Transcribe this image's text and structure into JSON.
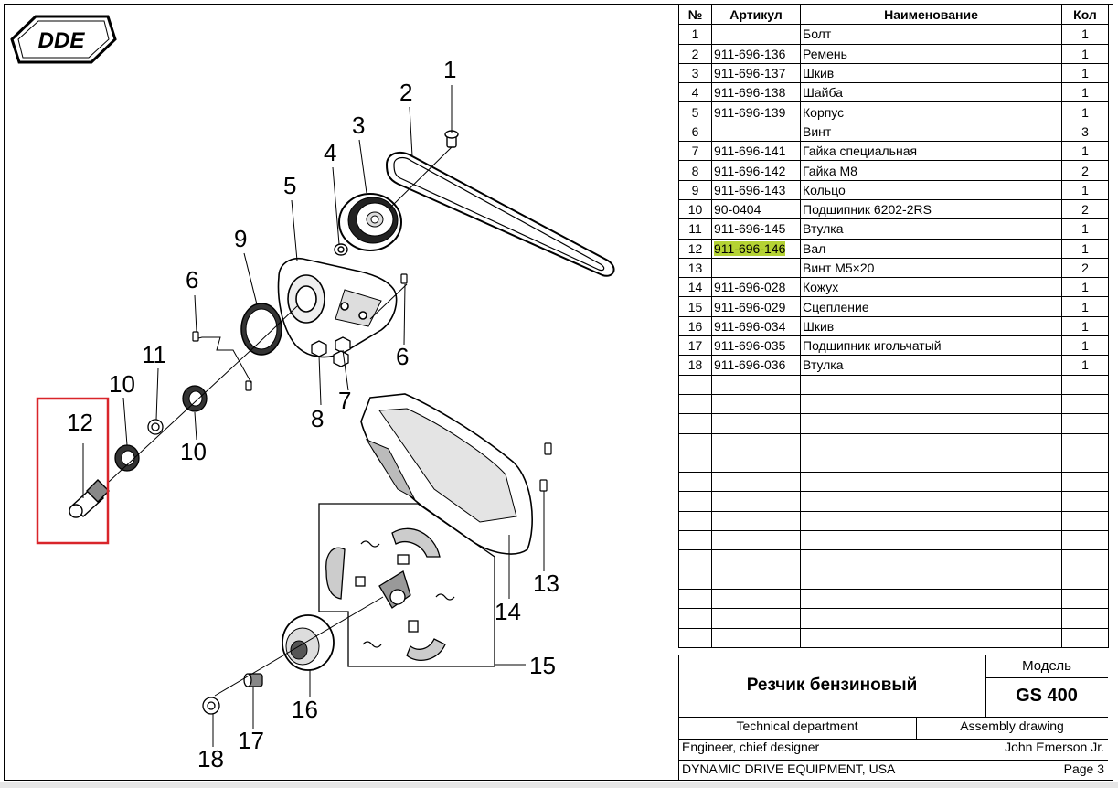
{
  "logo_text": "DDE",
  "table": {
    "headers": {
      "no": "№",
      "article": "Артикул",
      "name": "Наименование",
      "qty": "Кол"
    },
    "rows": [
      {
        "no": "1",
        "article": "",
        "name": "Болт",
        "qty": "1"
      },
      {
        "no": "2",
        "article": "911-696-136",
        "name": "Ремень",
        "qty": "1"
      },
      {
        "no": "3",
        "article": "911-696-137",
        "name": "Шкив",
        "qty": "1"
      },
      {
        "no": "4",
        "article": "911-696-138",
        "name": "Шайба",
        "qty": "1"
      },
      {
        "no": "5",
        "article": "911-696-139",
        "name": "Корпус",
        "qty": "1"
      },
      {
        "no": "6",
        "article": "",
        "name": "Винт",
        "qty": "3"
      },
      {
        "no": "7",
        "article": "911-696-141",
        "name": "Гайка специальная",
        "qty": "1"
      },
      {
        "no": "8",
        "article": "911-696-142",
        "name": "Гайка М8",
        "qty": "2"
      },
      {
        "no": "9",
        "article": "911-696-143",
        "name": "Кольцо",
        "qty": "1"
      },
      {
        "no": "10",
        "article": "90-0404",
        "name": "Подшипник 6202-2RS",
        "qty": "2"
      },
      {
        "no": "11",
        "article": "911-696-145",
        "name": "Втулка",
        "qty": "1"
      },
      {
        "no": "12",
        "article": "911-696-146",
        "name": "Вал",
        "qty": "1",
        "highlighted": true
      },
      {
        "no": "13",
        "article": "",
        "name": "Винт М5×20",
        "qty": "2"
      },
      {
        "no": "14",
        "article": "911-696-028",
        "name": "Кожух",
        "qty": "1"
      },
      {
        "no": "15",
        "article": "911-696-029",
        "name": "Сцепление",
        "qty": "1"
      },
      {
        "no": "16",
        "article": "911-696-034",
        "name": "Шкив",
        "qty": "1"
      },
      {
        "no": "17",
        "article": "911-696-035",
        "name": "Подшипник игольчатый",
        "qty": "1"
      },
      {
        "no": "18",
        "article": "911-696-036",
        "name": "Втулка",
        "qty": "1"
      }
    ],
    "highlight_color": "#b5d334"
  },
  "title_block": {
    "product": "Резчик бензиновый",
    "model_label": "Модель",
    "model": "GS 400",
    "department": "Technical department",
    "drawing_type": "Assembly drawing",
    "role": "Engineer, chief designer",
    "person": "John Emerson Jr.",
    "company": "DYNAMIC DRIVE EQUIPMENT, USA",
    "page": "Page 3"
  },
  "callouts": [
    "1",
    "2",
    "3",
    "4",
    "5",
    "6",
    "6",
    "7",
    "8",
    "9",
    "10",
    "10",
    "11",
    "12",
    "13",
    "14",
    "15",
    "16",
    "17",
    "18"
  ],
  "highlight_box_color": "#d9252a"
}
